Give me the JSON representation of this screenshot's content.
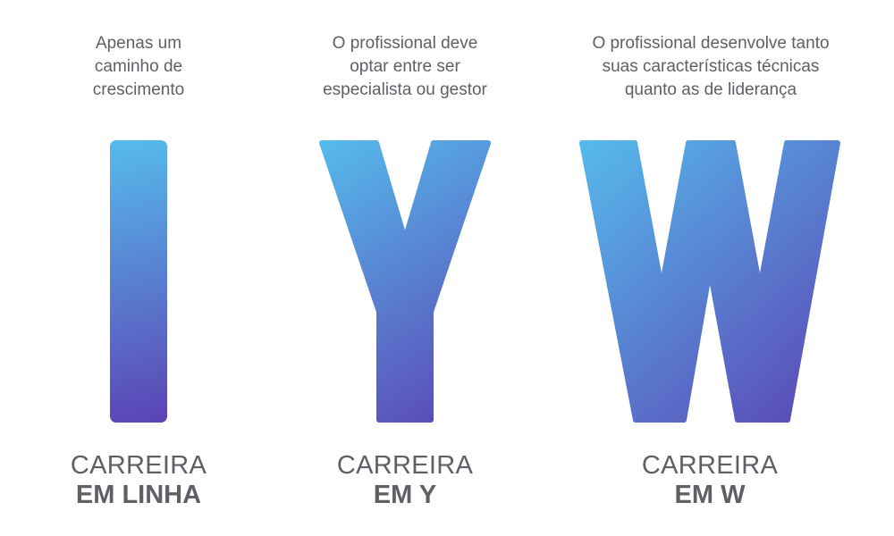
{
  "colors": {
    "text": "#5f6066",
    "gradient_start": "#56bbec",
    "gradient_end": "#5b43b4",
    "background": "#ffffff"
  },
  "columns": [
    {
      "letter": "I",
      "description": "Apenas um\ncaminho de\ncrescimento",
      "caption_top": "CARREIRA",
      "caption_bottom": "EM LINHA"
    },
    {
      "letter": "Y",
      "description": "O profissional deve\noptar entre ser\nespecialista ou gestor",
      "caption_top": "CARREIRA",
      "caption_bottom": "EM Y"
    },
    {
      "letter": "W",
      "description": "O profissional desenvolve tanto\nsuas características técnicas\nquanto as de liderança",
      "caption_top": "CARREIRA",
      "caption_bottom": "EM W"
    }
  ]
}
